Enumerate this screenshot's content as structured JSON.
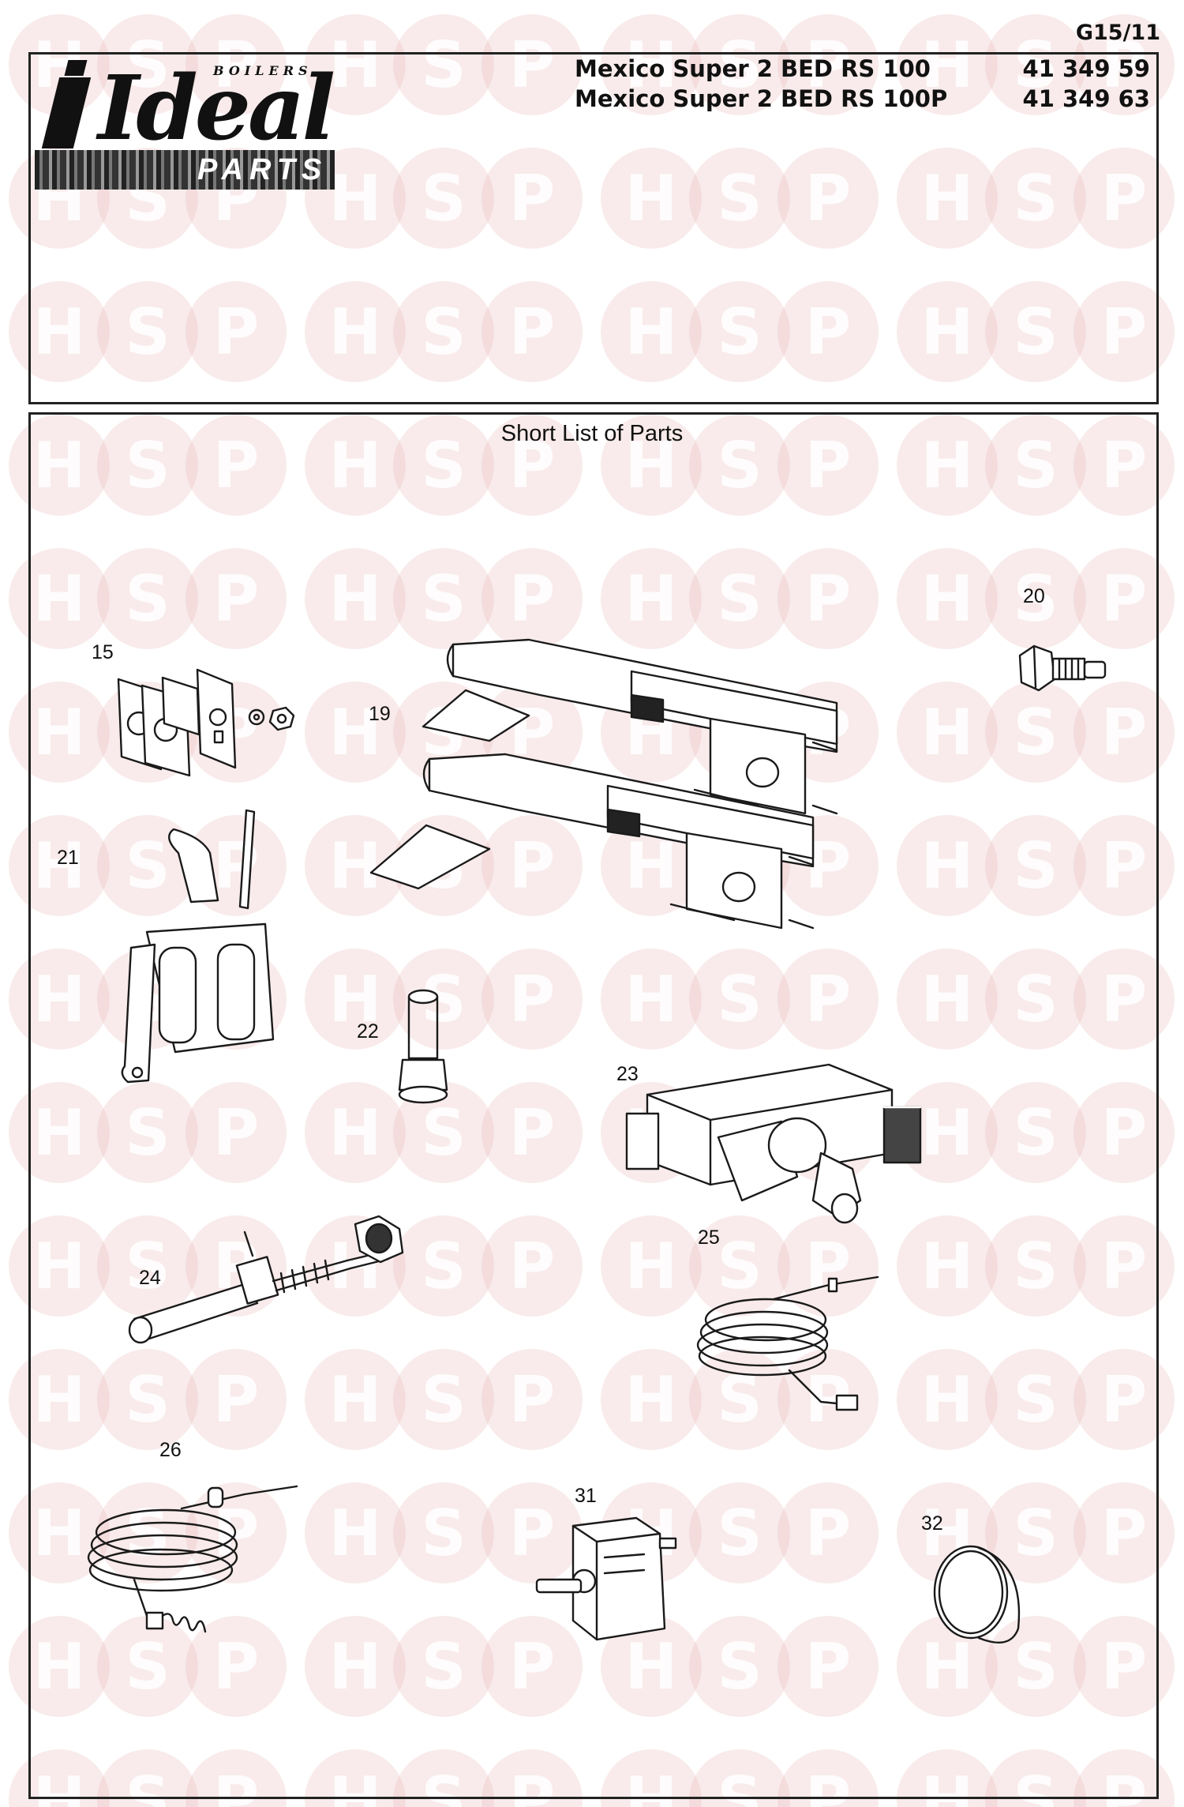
{
  "header": {
    "page_code": "G15/11",
    "brand": "Ideal",
    "brand_sub": "BOILERS",
    "brand_parts": "PARTS",
    "models": [
      {
        "name": "Mexico Super 2 BED RS 100",
        "code": "41 349 59"
      },
      {
        "name": "Mexico Super 2 BED RS 100P",
        "code": "41 349 63"
      }
    ]
  },
  "section_title": "Short List of Parts",
  "parts": [
    {
      "num": "15"
    },
    {
      "num": "19"
    },
    {
      "num": "20"
    },
    {
      "num": "21"
    },
    {
      "num": "22"
    },
    {
      "num": "23"
    },
    {
      "num": "24"
    },
    {
      "num": "25"
    },
    {
      "num": "26"
    },
    {
      "num": "31"
    },
    {
      "num": "32"
    }
  ],
  "watermark": {
    "letters": [
      "H",
      "S",
      "P"
    ],
    "color": "#e8b8b8"
  }
}
